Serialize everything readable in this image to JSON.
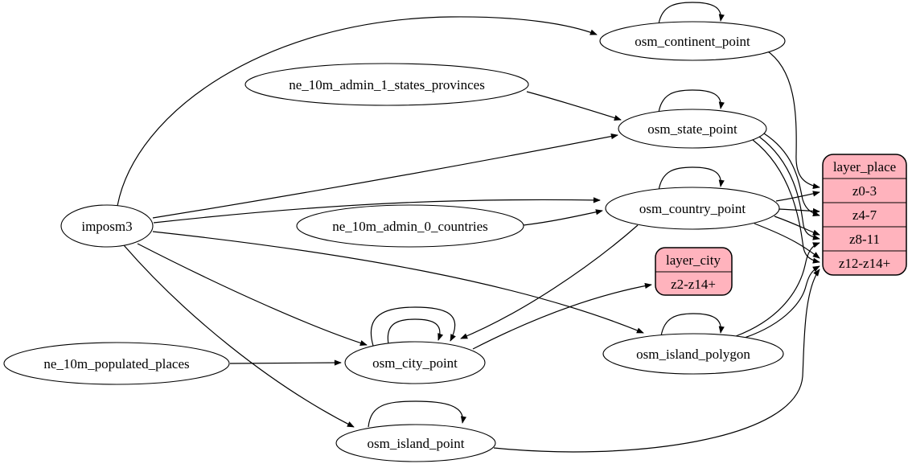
{
  "diagram": {
    "type": "graphviz-digraph-etl",
    "background": "#ffffff",
    "colors": {
      "background": "#ffffff",
      "node_fill": "#ffffff",
      "node_stroke": "#000000",
      "record_fill": "#ffb3bd",
      "edge": "#000000",
      "text": "#000000"
    },
    "nodes": {
      "imposm3": {
        "label": "imposm3",
        "shape": "ellipse"
      },
      "ne_10m_admin_1_states_provinces": {
        "label": "ne_10m_admin_1_states_provinces",
        "shape": "ellipse"
      },
      "ne_10m_admin_0_countries": {
        "label": "ne_10m_admin_0_countries",
        "shape": "ellipse"
      },
      "ne_10m_populated_places": {
        "label": "ne_10m_populated_places",
        "shape": "ellipse"
      },
      "osm_continent_point": {
        "label": "osm_continent_point",
        "shape": "ellipse",
        "self_loop": true
      },
      "osm_state_point": {
        "label": "osm_state_point",
        "shape": "ellipse",
        "self_loop": true
      },
      "osm_country_point": {
        "label": "osm_country_point",
        "shape": "ellipse",
        "self_loop": true
      },
      "osm_city_point": {
        "label": "osm_city_point",
        "shape": "ellipse",
        "self_loop": true,
        "self_loop_count": 2
      },
      "osm_island_polygon": {
        "label": "osm_island_polygon",
        "shape": "ellipse",
        "self_loop": true
      },
      "osm_island_point": {
        "label": "osm_island_point",
        "shape": "ellipse",
        "self_loop": true
      }
    },
    "records": {
      "layer_place": {
        "title": "layer_place",
        "rows": [
          "z0-3",
          "z4-7",
          "z8-11",
          "z12-z14+"
        ],
        "fill": "#ffb3bd"
      },
      "layer_city": {
        "title": "layer_city",
        "rows": [
          "z2-z14+"
        ],
        "fill": "#ffb3bd"
      }
    },
    "edges": [
      {
        "from": "imposm3",
        "to": "osm_continent_point"
      },
      {
        "from": "imposm3",
        "to": "osm_state_point"
      },
      {
        "from": "imposm3",
        "to": "osm_country_point"
      },
      {
        "from": "imposm3",
        "to": "osm_city_point"
      },
      {
        "from": "imposm3",
        "to": "osm_island_polygon"
      },
      {
        "from": "imposm3",
        "to": "osm_island_point"
      },
      {
        "from": "ne_10m_admin_1_states_provinces",
        "to": "osm_state_point"
      },
      {
        "from": "ne_10m_admin_0_countries",
        "to": "osm_country_point"
      },
      {
        "from": "ne_10m_populated_places",
        "to": "osm_city_point"
      },
      {
        "from": "osm_continent_point",
        "to": "osm_continent_point"
      },
      {
        "from": "osm_state_point",
        "to": "osm_state_point"
      },
      {
        "from": "osm_country_point",
        "to": "osm_country_point"
      },
      {
        "from": "osm_city_point",
        "to": "osm_city_point"
      },
      {
        "from": "osm_city_point",
        "to": "osm_city_point"
      },
      {
        "from": "osm_island_polygon",
        "to": "osm_island_polygon"
      },
      {
        "from": "osm_island_point",
        "to": "osm_island_point"
      },
      {
        "from": "osm_continent_point",
        "to": "layer_place",
        "to_row": "z0-3"
      },
      {
        "from": "osm_country_point",
        "to": "layer_place",
        "to_row": "z0-3"
      },
      {
        "from": "osm_country_point",
        "to": "layer_place",
        "to_row": "z4-7"
      },
      {
        "from": "osm_state_point",
        "to": "layer_place",
        "to_row": "z4-7"
      },
      {
        "from": "osm_country_point",
        "to": "layer_place",
        "to_row": "z8-11"
      },
      {
        "from": "osm_state_point",
        "to": "layer_place",
        "to_row": "z8-11"
      },
      {
        "from": "osm_island_polygon",
        "to": "layer_place",
        "to_row": "z8-11"
      },
      {
        "from": "osm_country_point",
        "to": "layer_place",
        "to_row": "z12-z14+"
      },
      {
        "from": "osm_state_point",
        "to": "layer_place",
        "to_row": "z12-z14+"
      },
      {
        "from": "osm_island_polygon",
        "to": "layer_place",
        "to_row": "z12-z14+"
      },
      {
        "from": "osm_island_point",
        "to": "layer_place",
        "to_row": "z12-z14+"
      },
      {
        "from": "osm_city_point",
        "to": "layer_city",
        "to_row": "z2-z14+"
      },
      {
        "from": "osm_country_point",
        "to": "osm_city_point"
      }
    ]
  }
}
